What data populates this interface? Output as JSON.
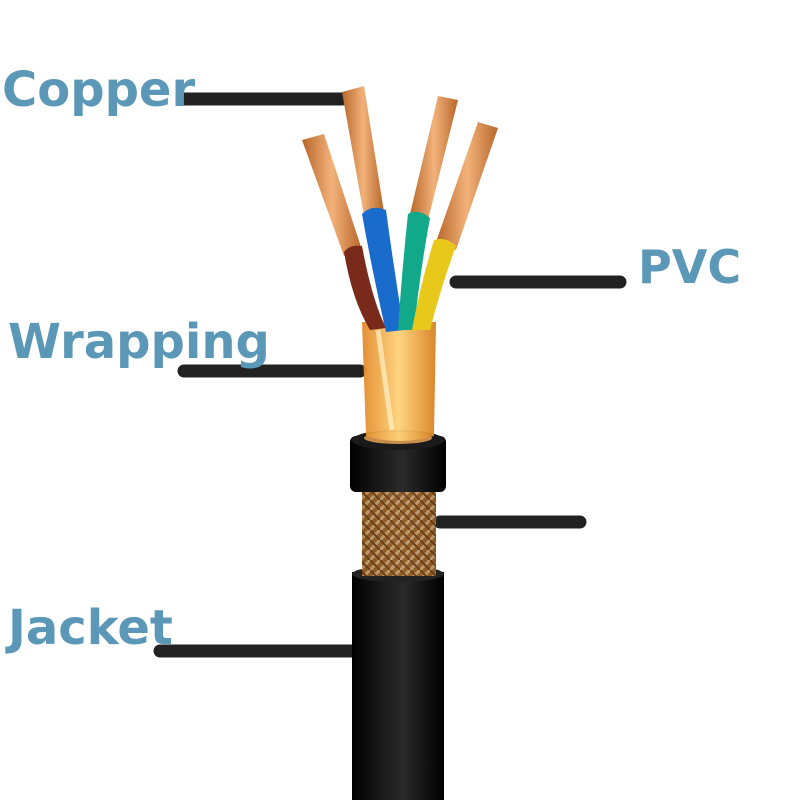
{
  "labels": {
    "copper": "Copper",
    "pvc": "PVC",
    "wrapping": "Wrapping",
    "jacket": "Jacket"
  },
  "colors": {
    "label_text": "#5b97b7",
    "leader_line": "#222222",
    "jacket_black": "#0d0d0d",
    "braid_copper": "#c98d4a",
    "strand_copper": "#d98e4a",
    "wrap_foil": "#f2a646",
    "wire_brown": "#7a2a1a",
    "wire_blue": "#1a6ccc",
    "wire_green": "#12a98a",
    "wire_yellow": "#e8c81a"
  }
}
